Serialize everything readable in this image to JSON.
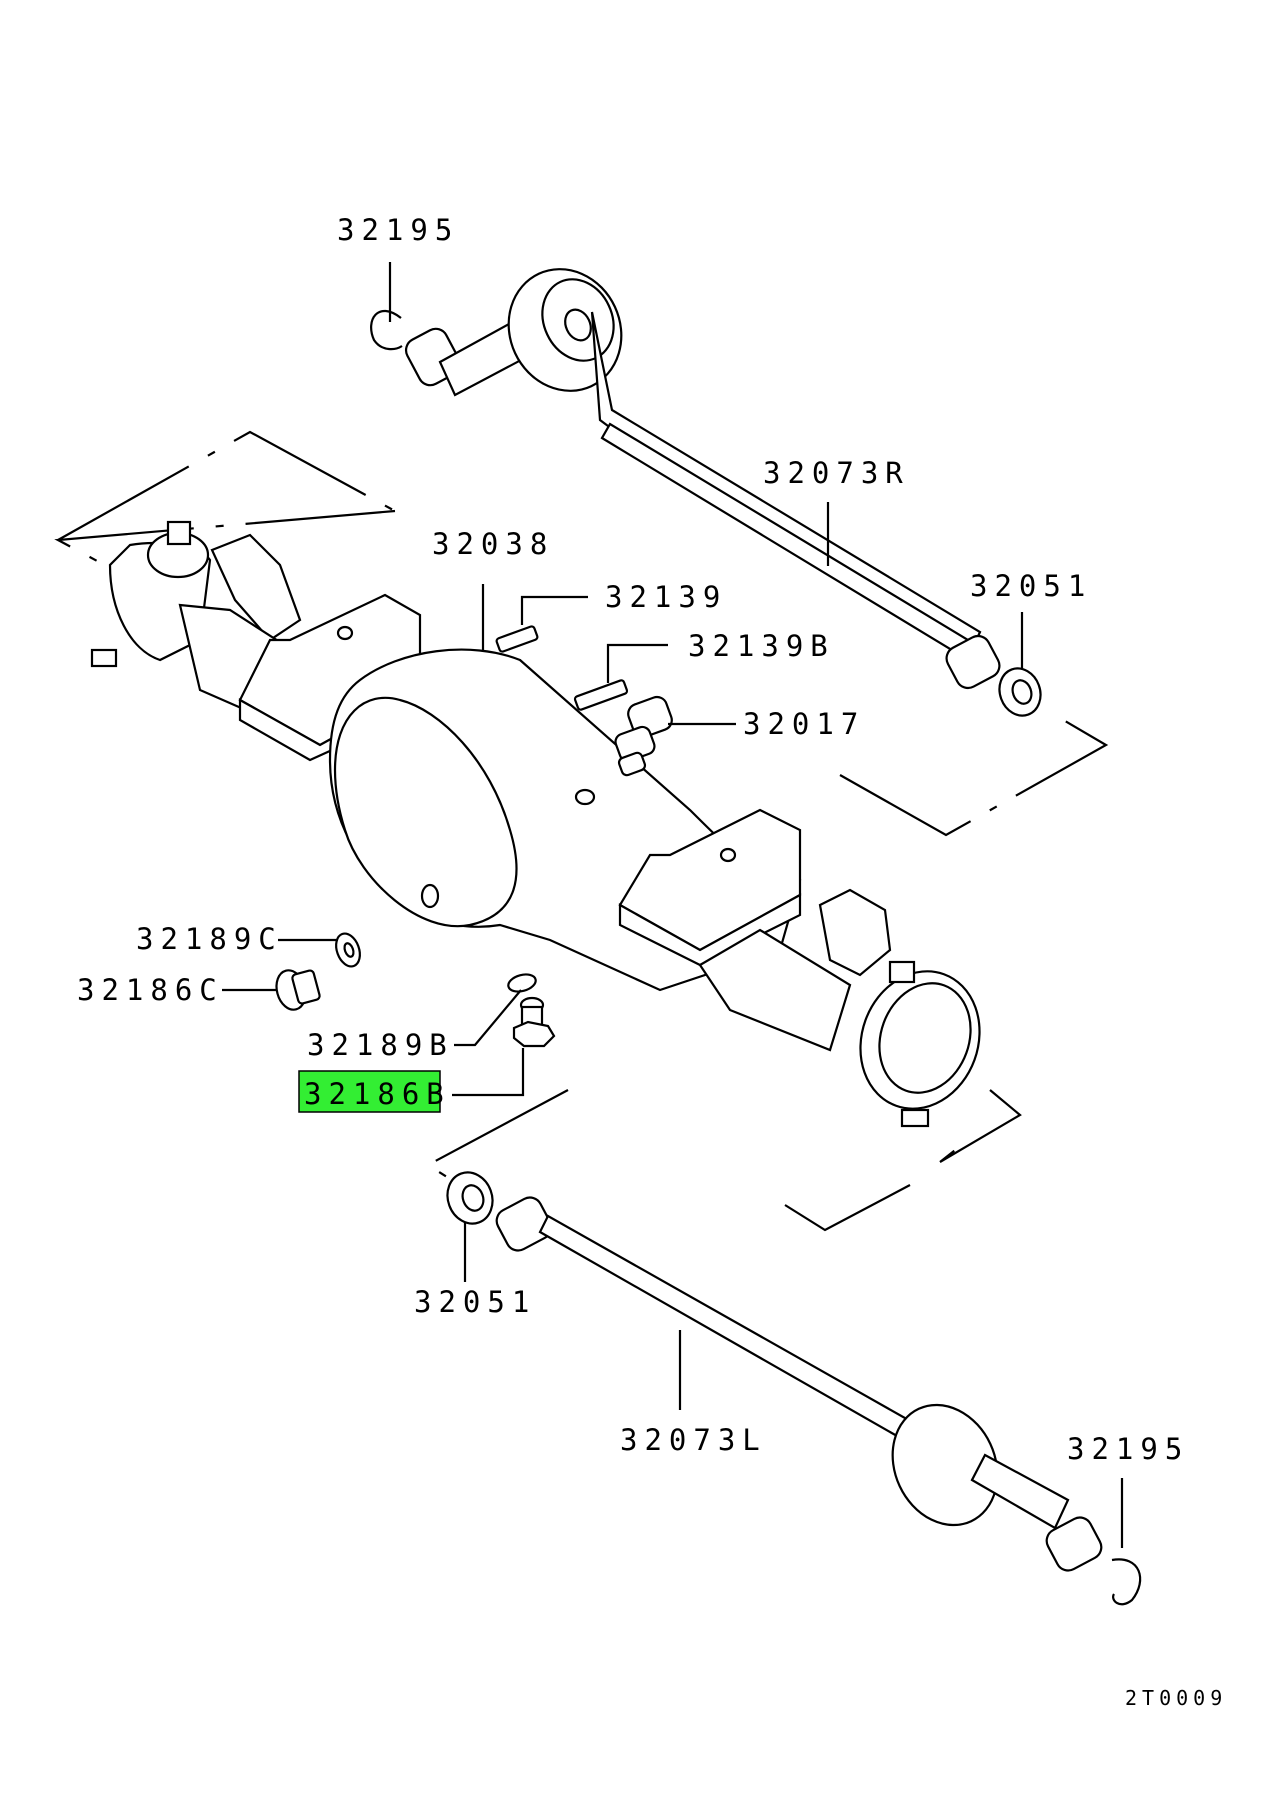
{
  "labels": {
    "p32195_top": "32195",
    "p32073R": "32073R",
    "p32038": "32038",
    "p32139": "32139",
    "p32139B": "32139B",
    "p32051_top": "32051",
    "p32017": "32017",
    "p32189C": "32189C",
    "p32186C": "32186C",
    "p32189B": "32189B",
    "p32186B": "32186B",
    "p32051_bottom": "32051",
    "p32073L": "32073L",
    "p32195_bottom": "32195"
  },
  "diagram_code": "2T0009",
  "colors": {
    "highlight": "#33ee33",
    "line": "#000000",
    "background": "#ffffff"
  }
}
